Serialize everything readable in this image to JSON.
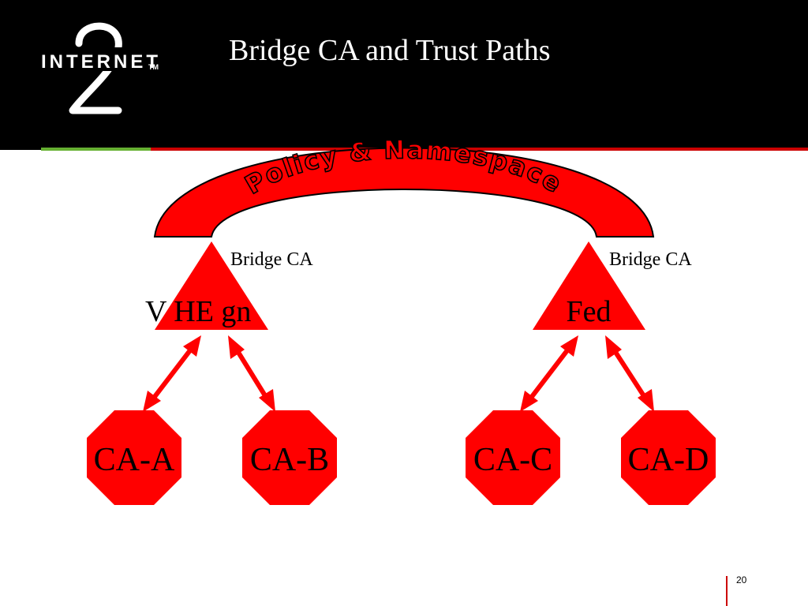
{
  "slide": {
    "title": "Bridge CA and Trust Paths",
    "page_number": "20"
  },
  "logo": {
    "wordmark": "INTERNET",
    "trademark": "TM",
    "numeral": "2"
  },
  "diagram": {
    "arch_label": "Policy & Namespace",
    "bridges": [
      {
        "caption": "Bridge CA",
        "node_label": "V HE gn"
      },
      {
        "caption": "Bridge CA",
        "node_label": "Fed"
      }
    ],
    "cas": [
      "CA-A",
      "CA-B",
      "CA-C",
      "CA-D"
    ]
  },
  "colors": {
    "header_bg": "#000000",
    "node_red": "#ff0000",
    "arrow_red": "#ff0000",
    "accent_green": "#66b032",
    "accent_red": "#cc0000"
  }
}
